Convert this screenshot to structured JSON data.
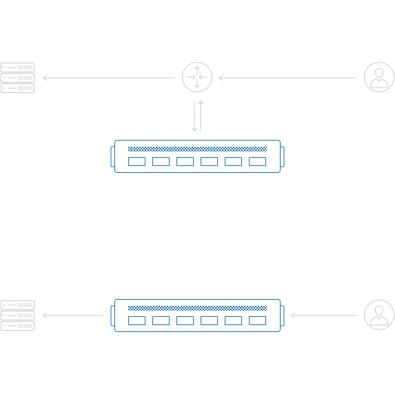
{
  "colors": {
    "background": "#ffffff",
    "neutral_stroke": "#c8c8c8",
    "device_stroke": "#1a6ea8",
    "device_pattern": "#1a6ea8"
  },
  "diagrams": [
    {
      "id": "with-router",
      "nodes": [
        {
          "name": "server-rack-icon"
        },
        {
          "name": "router-icon"
        },
        {
          "name": "user-icon"
        },
        {
          "name": "switch-appliance"
        }
      ],
      "edges": [
        {
          "from": "user-icon",
          "to": "router-icon",
          "direction": "left"
        },
        {
          "from": "router-icon",
          "to": "server-rack-icon",
          "direction": "left"
        },
        {
          "from": "router-icon",
          "to": "switch-appliance",
          "direction": "bidirectional"
        }
      ],
      "switch_ports": 6
    },
    {
      "id": "inline-appliance",
      "nodes": [
        {
          "name": "server-rack-icon"
        },
        {
          "name": "switch-appliance"
        },
        {
          "name": "user-icon"
        }
      ],
      "edges": [
        {
          "from": "user-icon",
          "to": "switch-appliance",
          "direction": "left"
        },
        {
          "from": "switch-appliance",
          "to": "server-rack-icon",
          "direction": "left"
        }
      ],
      "switch_ports": 6
    }
  ]
}
